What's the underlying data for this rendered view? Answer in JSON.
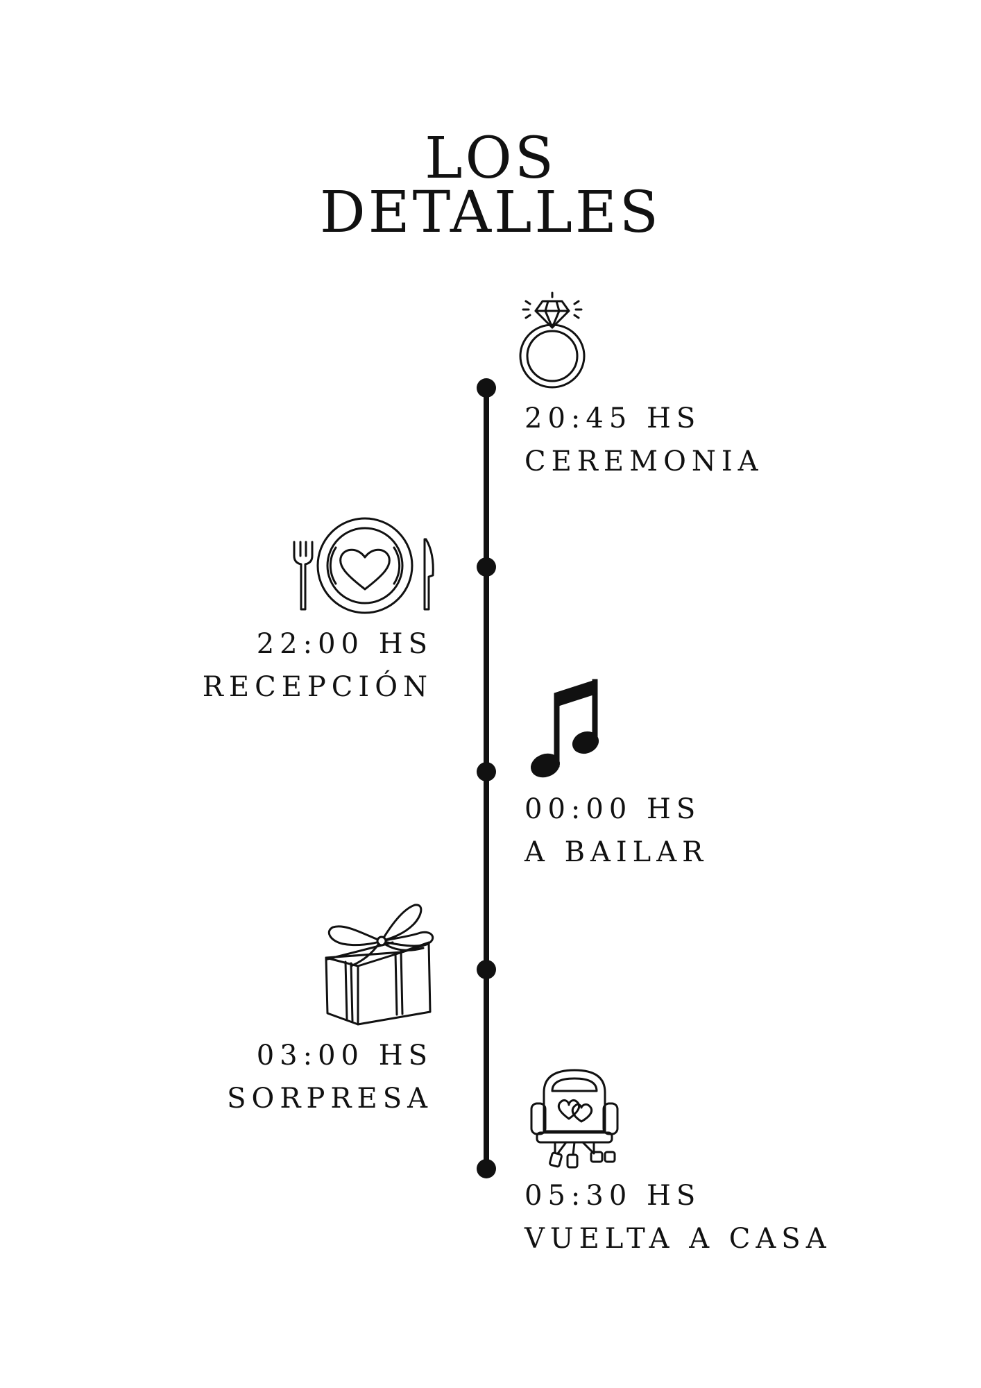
{
  "title": {
    "line1": "LOS",
    "line2": "DETALLES"
  },
  "events": [
    {
      "time": "20:45 HS",
      "label": "CEREMONIA",
      "icon": "diamond-ring-icon"
    },
    {
      "time": "22:00 HS",
      "label": "RECEPCIÓN",
      "icon": "dinner-plate-icon"
    },
    {
      "time": "00:00 HS",
      "label": "A BAILAR",
      "icon": "music-note-icon"
    },
    {
      "time": "03:00 HS",
      "label": "SORPRESA",
      "icon": "gift-box-icon"
    },
    {
      "time": "05:30 HS",
      "label": "VUELTA A CASA",
      "icon": "wedding-car-icon"
    }
  ],
  "colors": {
    "ink": "#111111",
    "background": "#ffffff"
  }
}
